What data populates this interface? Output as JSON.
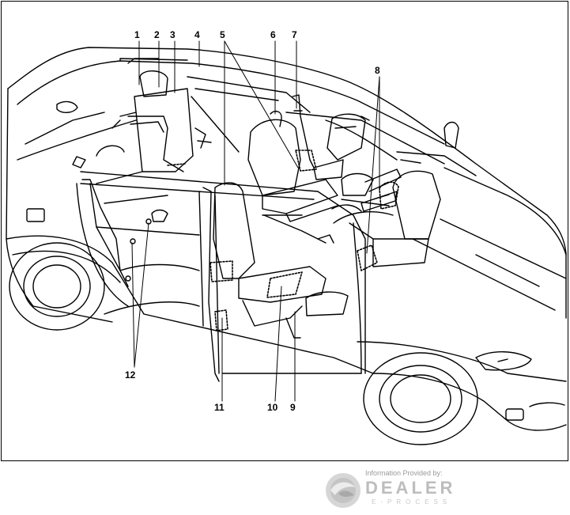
{
  "diagram": {
    "callouts": [
      "1",
      "2",
      "3",
      "4",
      "5",
      "6",
      "7",
      "8",
      "9",
      "10",
      "11",
      "12"
    ]
  },
  "footer": {
    "credit": "Information Provided by:",
    "brand": "DEALER",
    "brand_sub": "E-PROCESS"
  },
  "colors": {
    "line": "#000000",
    "logo_gray": "#b5b5b5"
  }
}
